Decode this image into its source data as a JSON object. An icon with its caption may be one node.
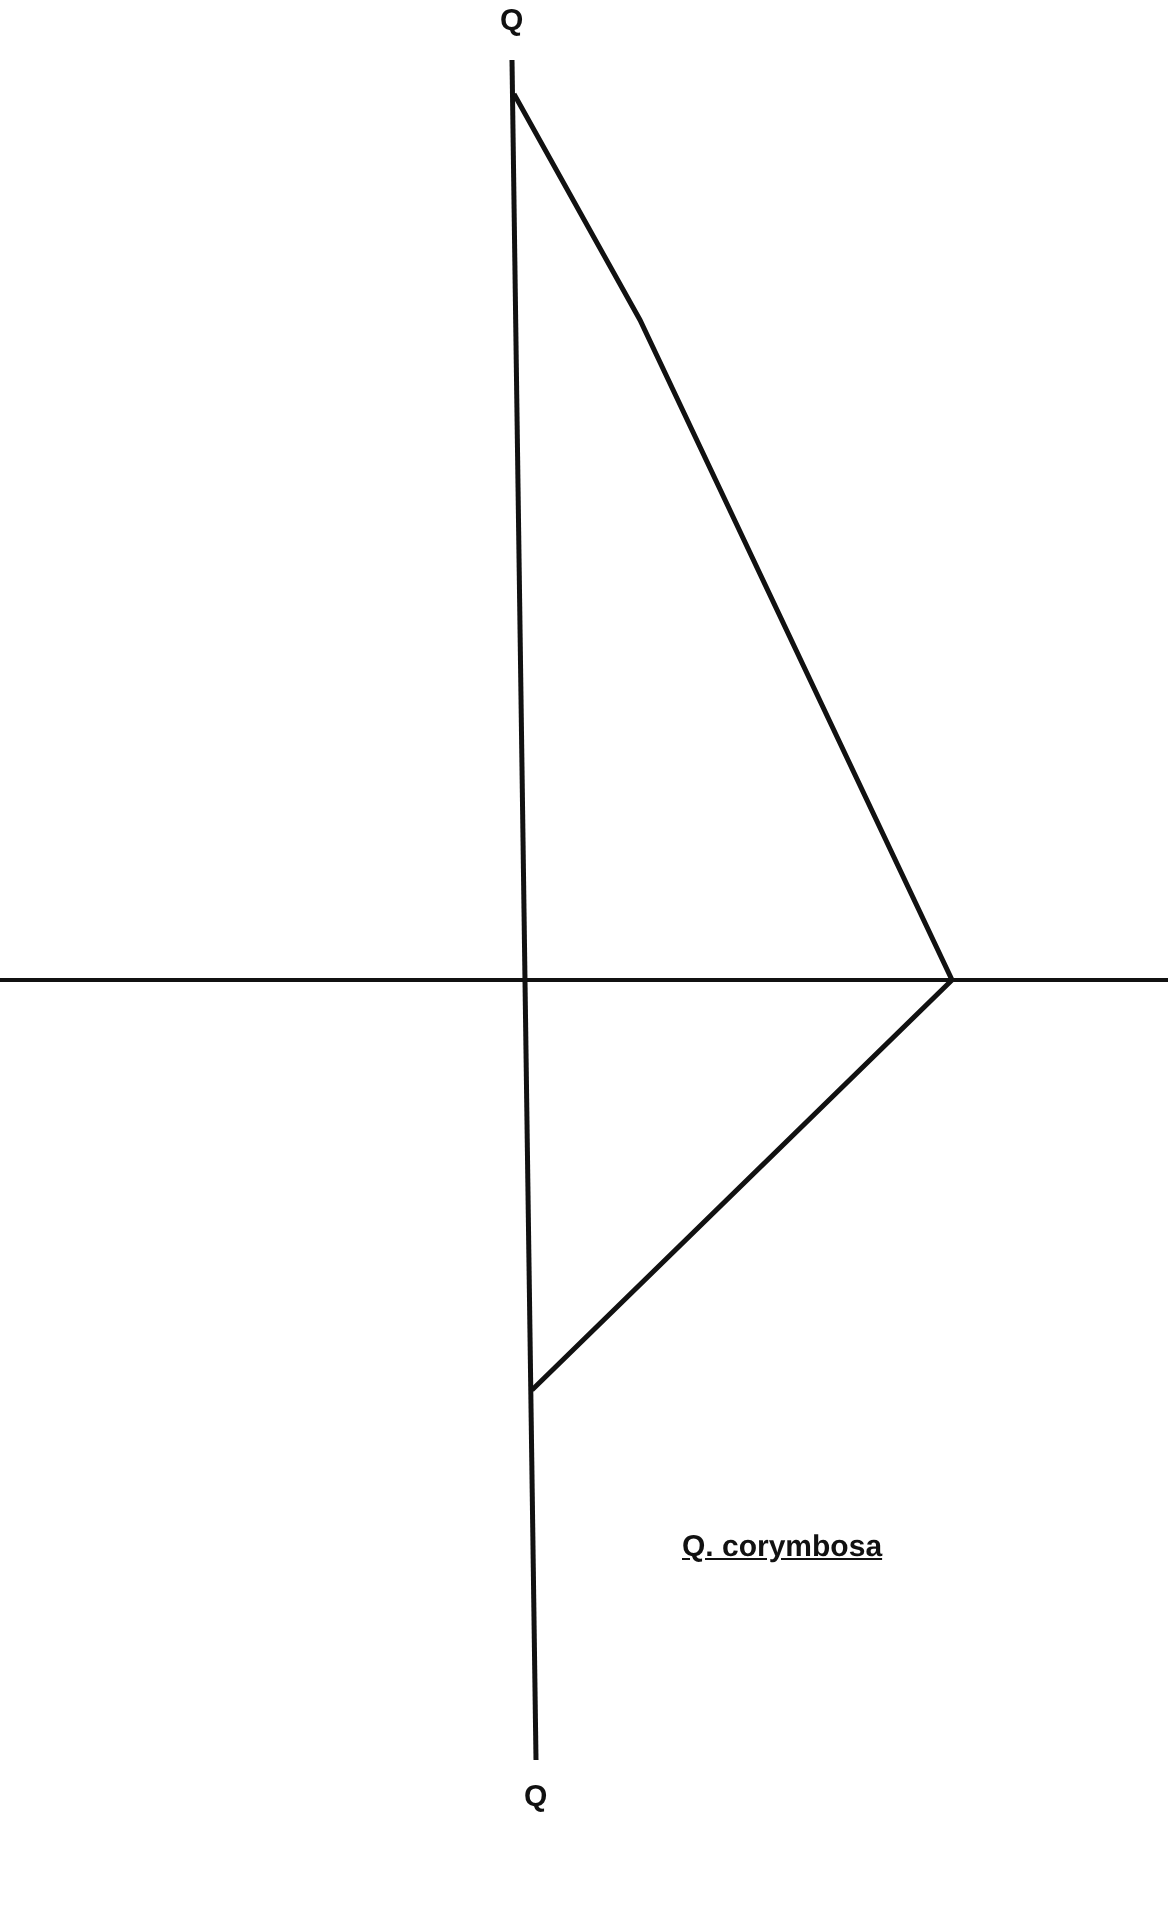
{
  "diagram": {
    "labels": [
      "Q",
      "Q. corymbosa",
      "Q"
    ]
  }
}
